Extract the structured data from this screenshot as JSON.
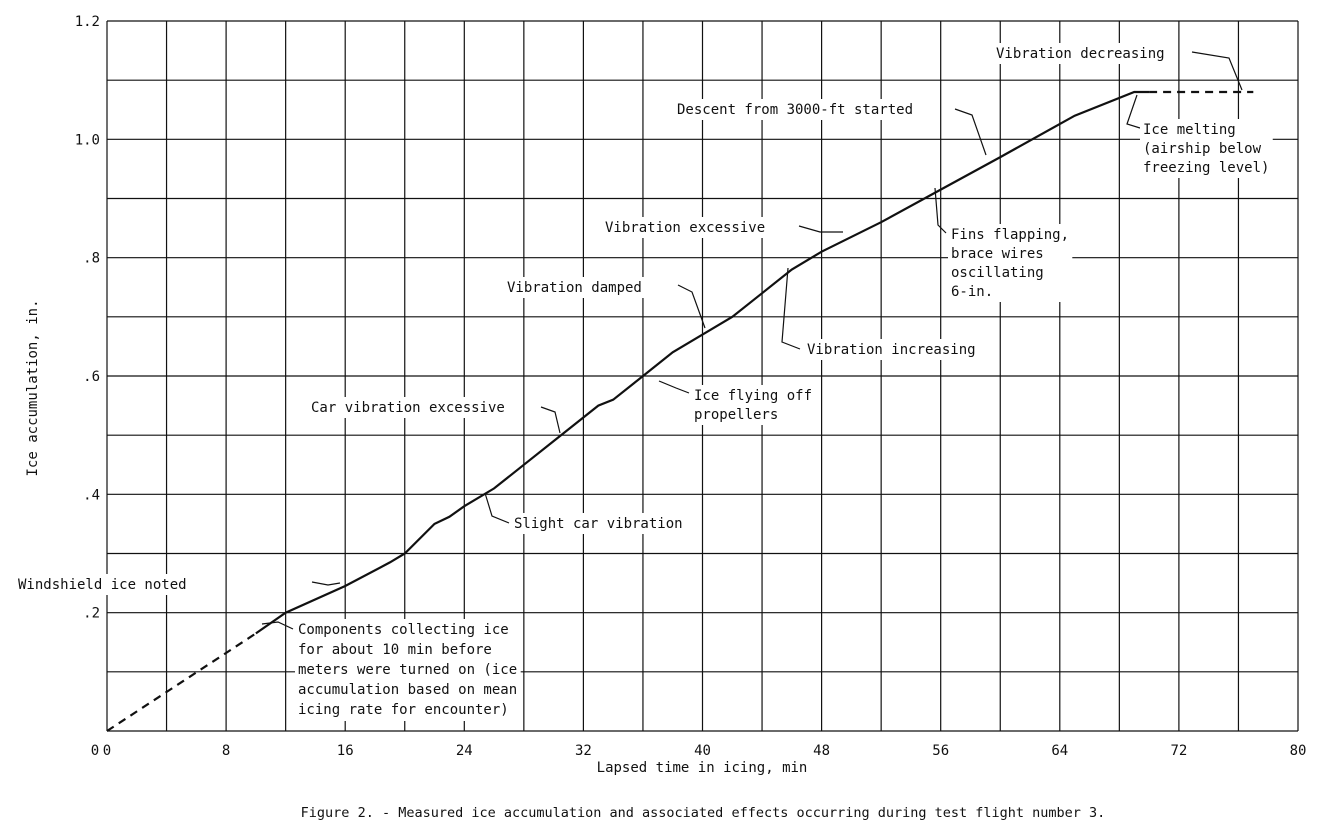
{
  "chart_data": {
    "type": "line",
    "title": "",
    "xlabel": "Lapsed time in icing, min",
    "ylabel": "Ice accumulation, in.",
    "xlim": [
      0,
      80
    ],
    "ylim": [
      0,
      1.2
    ],
    "grid": true,
    "x_tick_labels": [
      {
        "value": 0,
        "label": "0"
      },
      {
        "value": 8,
        "label": "8"
      },
      {
        "value": 16,
        "label": "16"
      },
      {
        "value": 24,
        "label": "24"
      },
      {
        "value": 32,
        "label": "32"
      },
      {
        "value": 40,
        "label": "40"
      },
      {
        "value": 48,
        "label": "48"
      },
      {
        "value": 56,
        "label": "56"
      },
      {
        "value": 64,
        "label": "64"
      },
      {
        "value": 72,
        "label": "72"
      },
      {
        "value": 80,
        "label": "80"
      }
    ],
    "y_tick_labels": [
      {
        "value": 0.2,
        "label": ".2"
      },
      {
        "value": 0.4,
        "label": ".4"
      },
      {
        "value": 0.6,
        "label": ".6"
      },
      {
        "value": 0.8,
        "label": ".8"
      },
      {
        "value": 1.0,
        "label": "1.0"
      },
      {
        "value": 1.2,
        "label": "1.2"
      }
    ],
    "series": [
      {
        "style": "dashed",
        "points": [
          [
            0,
            0
          ],
          [
            10,
            0.165
          ]
        ]
      },
      {
        "style": "solid",
        "points": [
          [
            10,
            0.165
          ],
          [
            12,
            0.2
          ],
          [
            16,
            0.245
          ],
          [
            19,
            0.285
          ],
          [
            20,
            0.3
          ],
          [
            22,
            0.35
          ],
          [
            23,
            0.362
          ],
          [
            24,
            0.38
          ],
          [
            26,
            0.41
          ],
          [
            28,
            0.45
          ],
          [
            30,
            0.49
          ],
          [
            33,
            0.55
          ],
          [
            34,
            0.56
          ],
          [
            36,
            0.6
          ],
          [
            38,
            0.64
          ],
          [
            40,
            0.67
          ],
          [
            42,
            0.7
          ],
          [
            44,
            0.74
          ],
          [
            46,
            0.78
          ],
          [
            48,
            0.81
          ],
          [
            52,
            0.86
          ],
          [
            56,
            0.915
          ],
          [
            60,
            0.97
          ],
          [
            65,
            1.04
          ],
          [
            69,
            1.08
          ],
          [
            70,
            1.08
          ]
        ]
      },
      {
        "style": "dashed",
        "points": [
          [
            70,
            1.08
          ],
          [
            77,
            1.08
          ]
        ]
      }
    ],
    "annotations": [
      {
        "id": "vib-decreasing",
        "lines": [
          "Vibration decreasing"
        ]
      },
      {
        "id": "descent",
        "lines": [
          "Descent from 3000-ft started"
        ]
      },
      {
        "id": "ice-melting",
        "lines": [
          "Ice melting",
          "(airship below",
          "freezing level)"
        ]
      },
      {
        "id": "fins",
        "lines": [
          "Fins flapping,",
          "brace wires",
          "oscillating",
          "6-in."
        ]
      },
      {
        "id": "vib-excessive",
        "lines": [
          "Vibration excessive"
        ]
      },
      {
        "id": "vib-damped",
        "lines": [
          "Vibration damped"
        ]
      },
      {
        "id": "vib-increasing",
        "lines": [
          "Vibration increasing"
        ]
      },
      {
        "id": "ice-flying",
        "lines": [
          "Ice flying off",
          "propellers"
        ]
      },
      {
        "id": "car-vib-excessive",
        "lines": [
          "Car vibration excessive"
        ]
      },
      {
        "id": "slight-car-vib",
        "lines": [
          "Slight car vibration"
        ]
      },
      {
        "id": "windshield",
        "lines": [
          "Windshield ice noted"
        ]
      },
      {
        "id": "components",
        "lines": [
          "Components collecting ice",
          "for about 10 min before",
          "meters were turned on (ice",
          "accumulation based on mean",
          "icing rate for encounter)"
        ]
      }
    ]
  },
  "caption": "Figure 2. - Measured ice accumulation and associated effects occurring during test flight number 3."
}
